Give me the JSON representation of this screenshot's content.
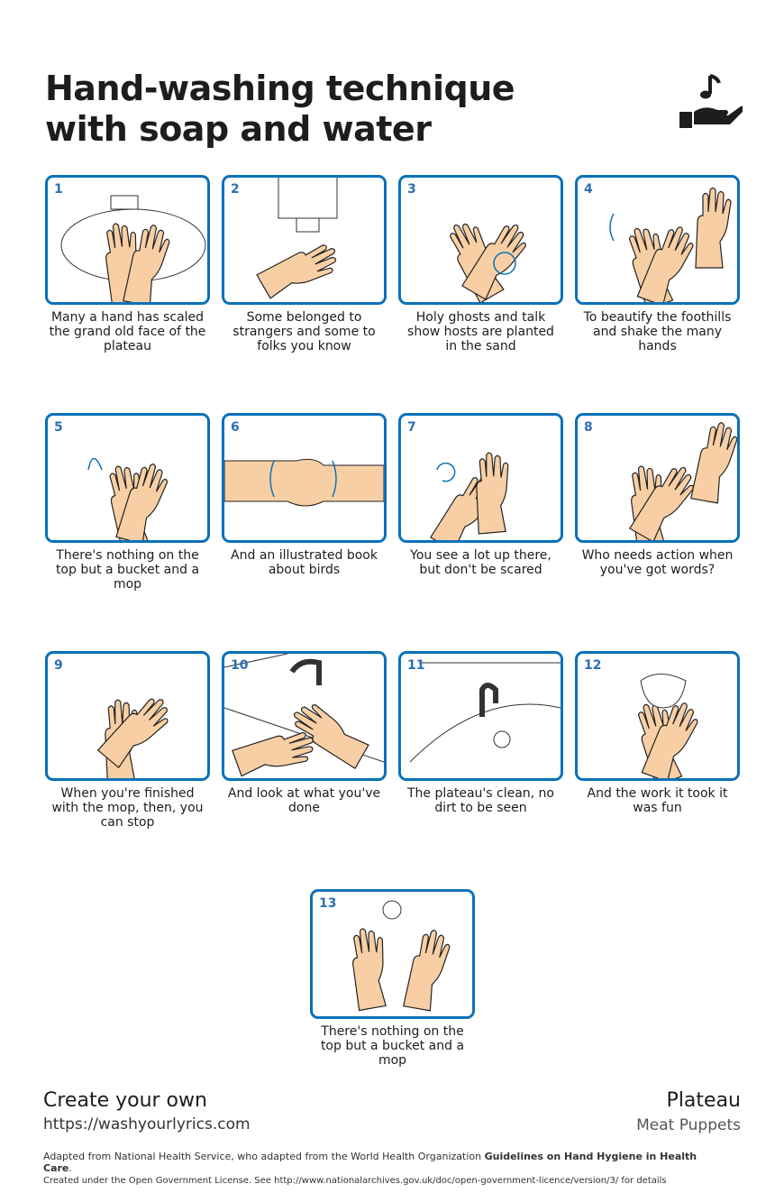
{
  "header": {
    "title_line1": "Hand-washing technique",
    "title_line2": "with soap and water",
    "logo_icon": "hand-music-note-icon"
  },
  "colors": {
    "accent": "#0a71b9",
    "skin": "#f8cfa4",
    "text": "#1d1d1b"
  },
  "steps": [
    {
      "number": "1",
      "caption": "Many a hand has scaled the grand old face of the plateau"
    },
    {
      "number": "2",
      "caption": "Some belonged to strangers and some to folks you know"
    },
    {
      "number": "3",
      "caption": "Holy ghosts and talk show hosts are planted in the sand"
    },
    {
      "number": "4",
      "caption": "To beautify the foothills and shake the many hands"
    },
    {
      "number": "5",
      "caption": "There's nothing on the top but a bucket and a mop"
    },
    {
      "number": "6",
      "caption": "And an illustrated book about birds"
    },
    {
      "number": "7",
      "caption": "You see a lot up there, but don't be scared"
    },
    {
      "number": "8",
      "caption": "Who needs action when you've got words?"
    },
    {
      "number": "9",
      "caption": "When you're finished with the mop, then, you can stop"
    },
    {
      "number": "10",
      "caption": "And look at what you've done"
    },
    {
      "number": "11",
      "caption": "The plateau's clean, no dirt to be seen"
    },
    {
      "number": "12",
      "caption": "And the work it took it was fun"
    },
    {
      "number": "13",
      "caption": "There's nothing on the top but a bucket and a mop"
    }
  ],
  "footer": {
    "create": "Create your own",
    "url": "https://washyourlyrics.com",
    "song": "Plateau",
    "artist": "Meat Puppets",
    "credit_prefix": "Adapted from National Health Service, who adapted from the World Health Organization ",
    "credit_bold": "Guidelines on Hand Hygiene in Health Care",
    "credit_suffix": ".",
    "license": "Created under the Open Government License. See http://www.nationalarchives.gov.uk/doc/open-government-licence/version/3/ for details"
  }
}
